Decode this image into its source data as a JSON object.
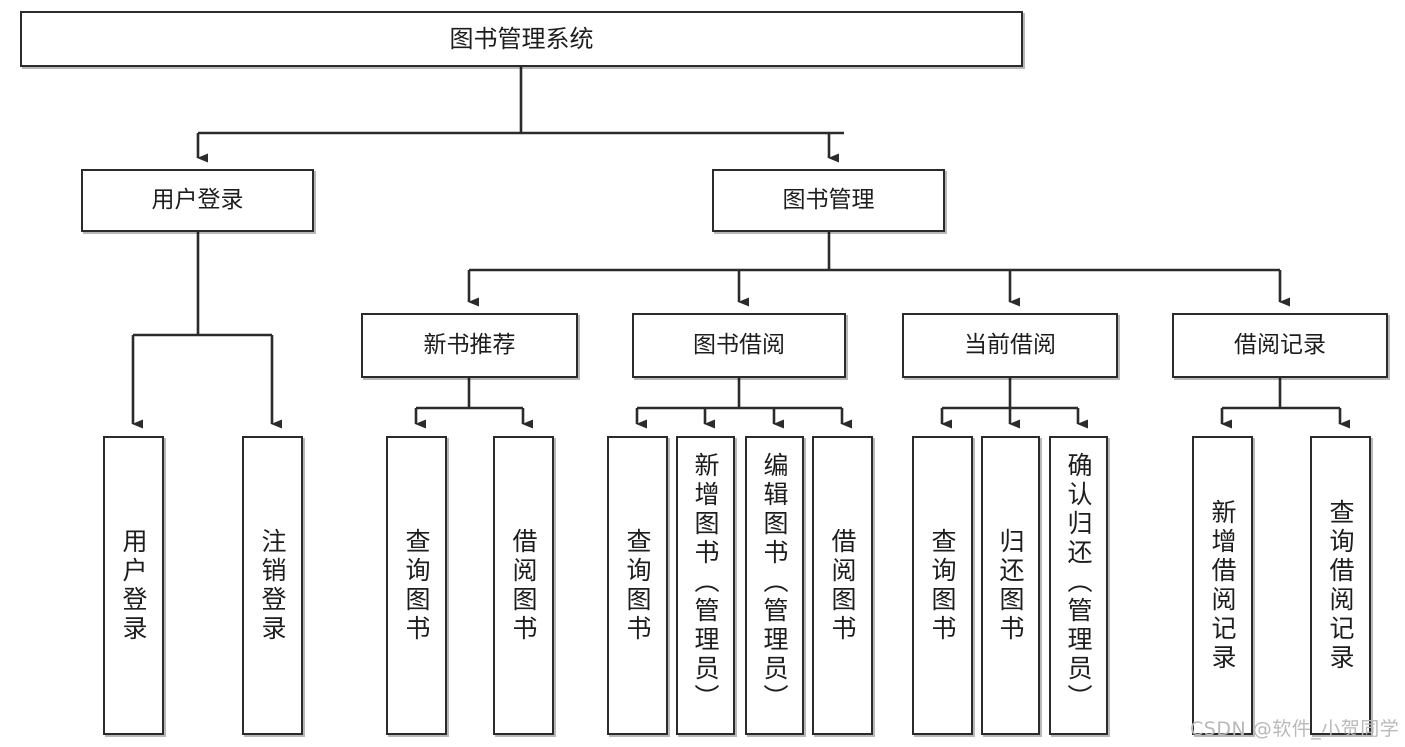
{
  "diagram": {
    "type": "tree-hierarchy",
    "title": "图书管理系统",
    "root": {
      "id": "root",
      "label": "图书管理系统"
    },
    "level2": [
      {
        "id": "user-login",
        "label": "用户登录"
      },
      {
        "id": "book-manage",
        "label": "图书管理"
      }
    ],
    "level3": [
      {
        "id": "new-book-rec",
        "label": "新书推荐",
        "parent": "book-manage"
      },
      {
        "id": "book-borrow",
        "label": "图书借阅",
        "parent": "book-manage"
      },
      {
        "id": "current-borrow",
        "label": "当前借阅",
        "parent": "book-manage"
      },
      {
        "id": "borrow-record",
        "label": "借阅记录",
        "parent": "book-manage"
      }
    ],
    "leaves": [
      {
        "id": "leaf-user-login",
        "label": "用户登录",
        "parent": "user-login"
      },
      {
        "id": "leaf-logout",
        "label": "注销登录",
        "parent": "user-login"
      },
      {
        "id": "leaf-query-book-1",
        "label": "查询图书",
        "parent": "new-book-rec"
      },
      {
        "id": "leaf-borrow-book-1",
        "label": "借阅图书",
        "parent": "new-book-rec"
      },
      {
        "id": "leaf-query-book-2",
        "label": "查询图书",
        "parent": "book-borrow"
      },
      {
        "id": "leaf-add-book",
        "label": "新增图书（管理员）",
        "parent": "book-borrow"
      },
      {
        "id": "leaf-edit-book",
        "label": "编辑图书（管理员）",
        "parent": "book-borrow"
      },
      {
        "id": "leaf-borrow-book-2",
        "label": "借阅图书",
        "parent": "book-borrow"
      },
      {
        "id": "leaf-query-book-3",
        "label": "查询图书",
        "parent": "current-borrow"
      },
      {
        "id": "leaf-return-book",
        "label": "归还图书",
        "parent": "current-borrow"
      },
      {
        "id": "leaf-confirm-return",
        "label": "确认归还（管理员）",
        "parent": "current-borrow"
      },
      {
        "id": "leaf-add-record",
        "label": "新增借阅记录",
        "parent": "borrow-record"
      },
      {
        "id": "leaf-query-record",
        "label": "查询借阅记录",
        "parent": "borrow-record"
      }
    ],
    "colors": {
      "stroke": "#2b2b2b",
      "fill": "#ffffff",
      "text": "#1d1d1d",
      "watermark": "#b9b9b9"
    }
  },
  "watermark": {
    "text": "CSDN @软件_小贺同学"
  }
}
